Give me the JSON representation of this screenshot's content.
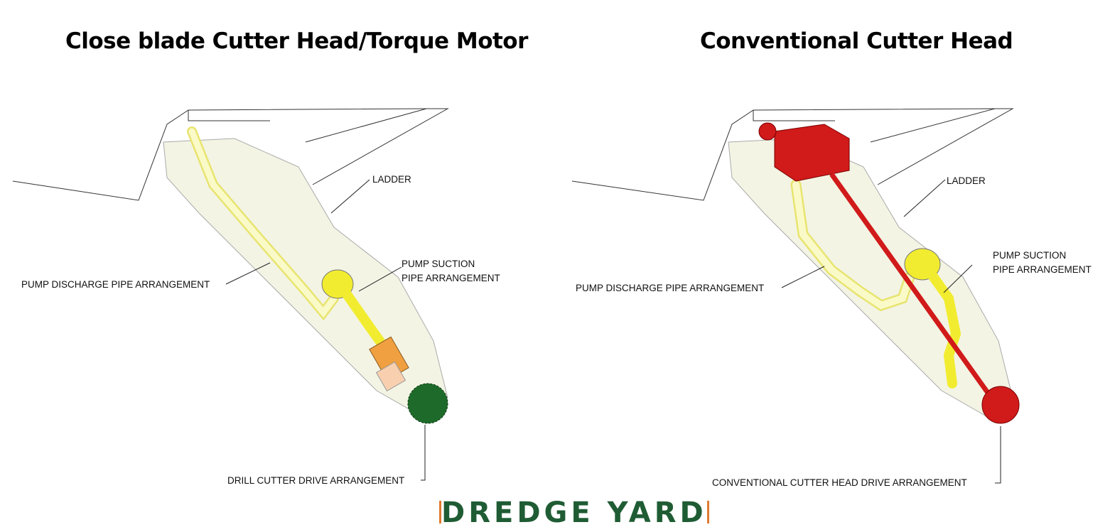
{
  "left_panel": {
    "title": "Close blade Cutter Head/Torque Motor",
    "labels": {
      "ladder": "LADDER",
      "discharge": "PUMP DISCHARGE PIPE ARRANGEMENT",
      "suction_line1": "PUMP SUCTION",
      "suction_line2": "PIPE ARRANGEMENT",
      "drive": "DRILL CUTTER DRIVE ARRANGEMENT"
    }
  },
  "right_panel": {
    "title": "Conventional Cutter Head",
    "labels": {
      "ladder": "LADDER",
      "discharge": "PUMP DISCHARGE PIPE ARRANGEMENT",
      "suction_line1": "PUMP SUCTION",
      "suction_line2": "PIPE ARRANGEMENT",
      "drive": "CONVENTIONAL CUTTER HEAD DRIVE ARRANGEMENT"
    }
  },
  "logo": {
    "text": "DREDGE YARD"
  },
  "colors": {
    "pipe": "#f5f05a",
    "motor": "#f0a040",
    "cutter_green": "#1e6a2a",
    "red_drive": "#d11a1a",
    "logo_green": "#1f5c34"
  }
}
